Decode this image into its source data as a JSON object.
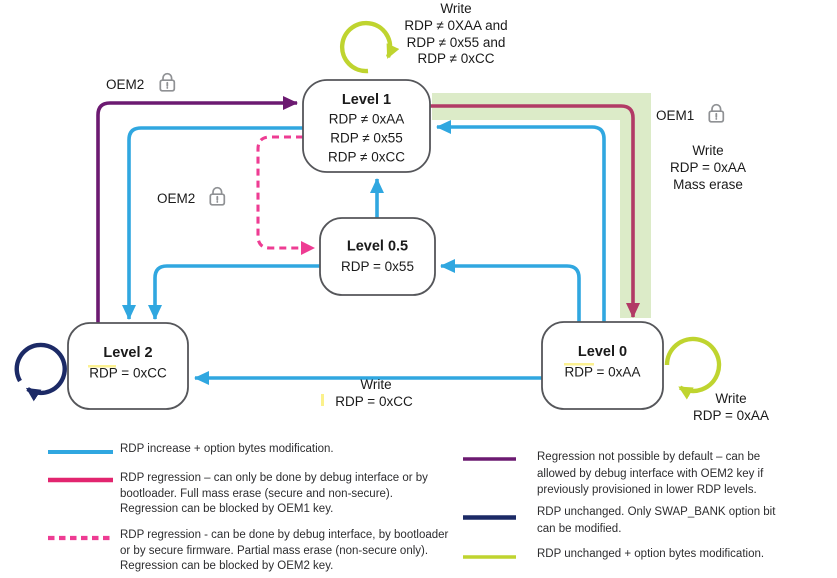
{
  "figure": {
    "nodes": {
      "level1": {
        "title": "Level 1",
        "lines": [
          "RDP ≠ 0xAA",
          "RDP ≠ 0x55",
          "RDP ≠ 0xCC"
        ]
      },
      "level05": {
        "title": "Level 0.5",
        "value": "RDP = 0x55"
      },
      "level2": {
        "title": "Level 2",
        "value": "RDP = 0xCC"
      },
      "level0": {
        "title": "Level 0",
        "value": "RDP = 0xAA"
      }
    },
    "labels": {
      "level1_loop": {
        "lines": [
          "Write",
          "RDP ≠ 0XAA and",
          "RDP ≠ 0x55 and",
          "RDP ≠ 0xCC"
        ]
      },
      "oem2_top": "OEM2",
      "oem2_mid": "OEM2",
      "oem1": "OEM1",
      "oem1_transition": {
        "lines": [
          "Write",
          "RDP = 0xAA",
          "Mass erase"
        ]
      },
      "write_cc": {
        "lines": [
          "Write",
          "RDP = 0xCC"
        ]
      },
      "level0_loop": {
        "lines": [
          "Write",
          "RDP = 0xAA"
        ]
      }
    },
    "colors": {
      "blue": "#30a7e0",
      "purple": "#6c1a71",
      "regression_solid": "#b23a66",
      "pink_dashed": "#ee3c93",
      "navy": "#1c2a66",
      "chartreuse": "#bfd42f",
      "band": "#dcebc8",
      "box_border": "#55565a",
      "lock": "#8f9194",
      "highlight": "#fbef7e"
    }
  },
  "legend": {
    "left": [
      {
        "style": "solid",
        "color": "#30a7e0",
        "lines": [
          "RDP increase + option bytes modification.",
          "",
          ""
        ]
      },
      {
        "style": "solid",
        "color": "#e2256f",
        "lines": [
          "RDP regression – can only be done by debug interface or by",
          "bootloader. Full mass erase (secure and non-secure).",
          "Regression can be blocked by OEM1 key."
        ]
      },
      {
        "style": "dashed",
        "color": "#ee3c93",
        "lines": [
          "RDP regression - can be done by debug interface, by bootloader",
          "or by secure firmware. Partial mass erase (non-secure only).",
          "Regression can be blocked by OEM2 key."
        ]
      }
    ],
    "right": [
      {
        "style": "solid",
        "color": "#6c1a71",
        "lines": [
          "Regression not possible by default – can be",
          "allowed by debug interface with OEM2 key if",
          "previously provisioned in lower RDP levels."
        ]
      },
      {
        "style": "solid",
        "color": "#1c2a66",
        "lines": [
          "RDP unchanged. Only SWAP_BANK option bit",
          "can be modified.",
          ""
        ]
      },
      {
        "style": "solid",
        "color": "#bfd42f",
        "lines": [
          "RDP unchanged + option bytes modification.",
          "",
          ""
        ]
      }
    ]
  }
}
